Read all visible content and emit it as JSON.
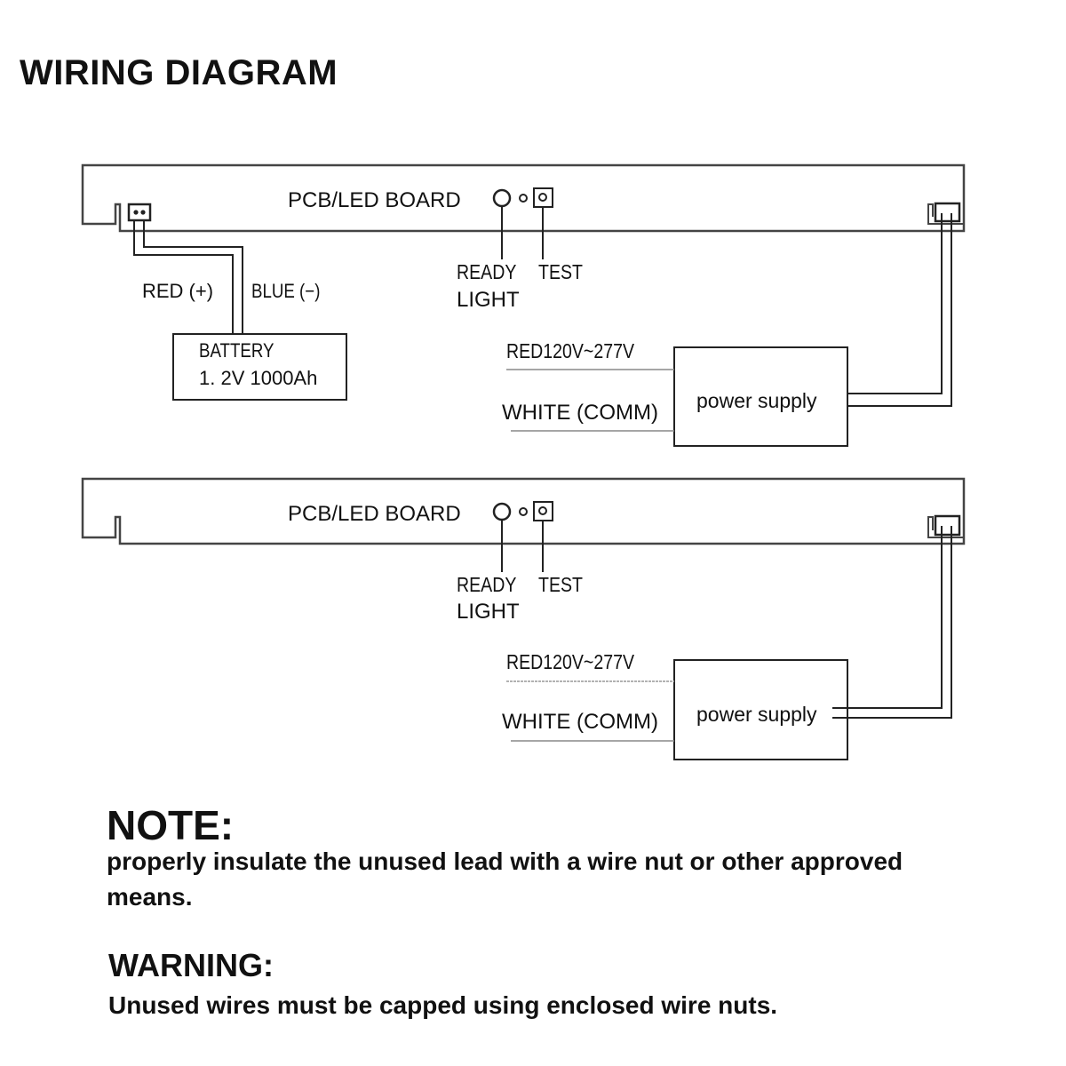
{
  "title": "WIRING DIAGRAM",
  "diagrams": [
    {
      "board_label": "PCB/LED BOARD",
      "ready_light_label_line1": "READY",
      "ready_light_label_line2": "LIGHT",
      "test_label": "TEST",
      "battery": {
        "label": "BATTERY",
        "spec": "1. 2V  1000Ah",
        "red_wire_label": "RED (+)",
        "blue_wire_label": "BLUE (−)"
      },
      "input_red_label": "RED120V~277V",
      "input_white_label": "WHITE (COMM)",
      "power_supply_label": "power supply"
    },
    {
      "board_label": "PCB/LED BOARD",
      "ready_light_label_line1": "READY",
      "ready_light_label_line2": "LIGHT",
      "test_label": "TEST",
      "input_red_label": "RED120V~277V",
      "input_white_label": "WHITE (COMM)",
      "power_supply_label": "power supply"
    }
  ],
  "note": {
    "heading": "NOTE:",
    "text": "properly insulate the unused lead with a wire nut or other approved means."
  },
  "warning": {
    "heading": "WARNING:",
    "text": "Unused wires must be capped using enclosed wire nuts."
  }
}
